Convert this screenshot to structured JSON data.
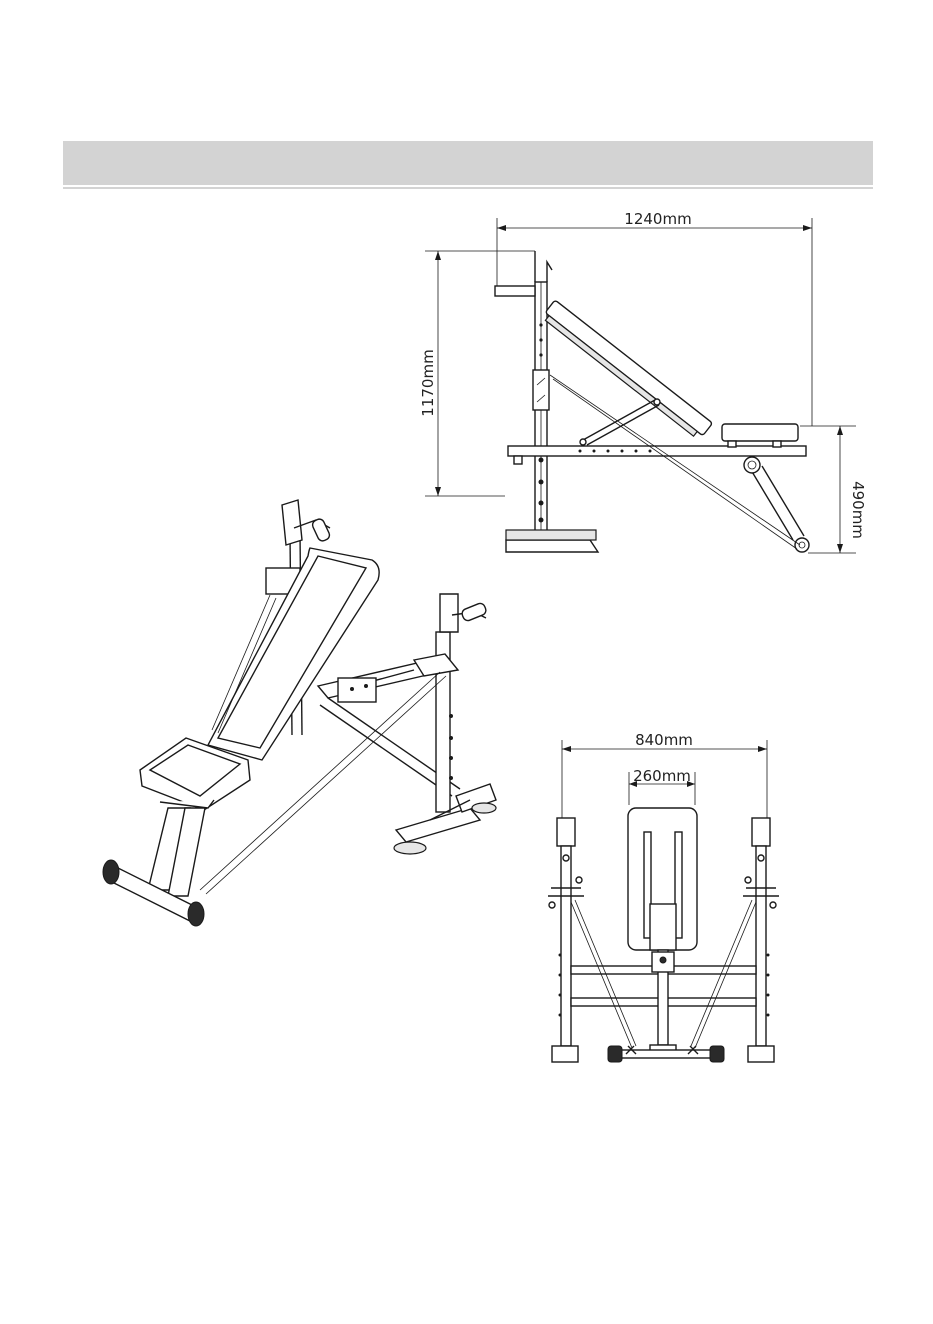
{
  "dimensions": {
    "side_length": "1240mm",
    "side_height": "1170mm",
    "seat_height": "490mm",
    "front_width": "840mm",
    "backrest_width": "260mm"
  }
}
